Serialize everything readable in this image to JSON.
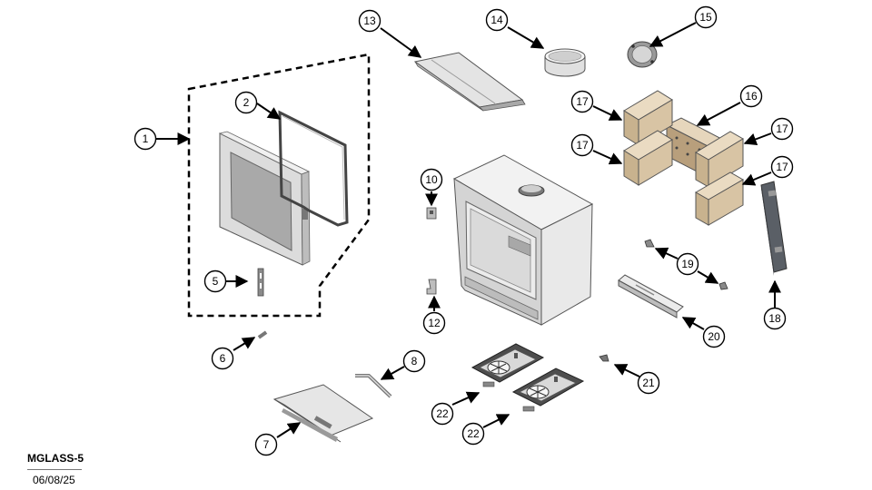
{
  "drawing": {
    "code": "MGLASS-5",
    "date": "06/08/25"
  },
  "callouts": [
    "1",
    "2",
    "5",
    "6",
    "7",
    "8",
    "10",
    "12",
    "13",
    "14",
    "15",
    "16",
    "17",
    "17",
    "17",
    "17",
    "18",
    "19",
    "20",
    "21",
    "22",
    "22"
  ],
  "colors": {
    "stone": "#d8c4a4",
    "stone_dark": "#b89f7c",
    "steel_light": "#e8e8e8",
    "steel_mid": "#c9c9c9",
    "steel_dark": "#8a8a8a",
    "black_panel": "#5a5f66"
  }
}
